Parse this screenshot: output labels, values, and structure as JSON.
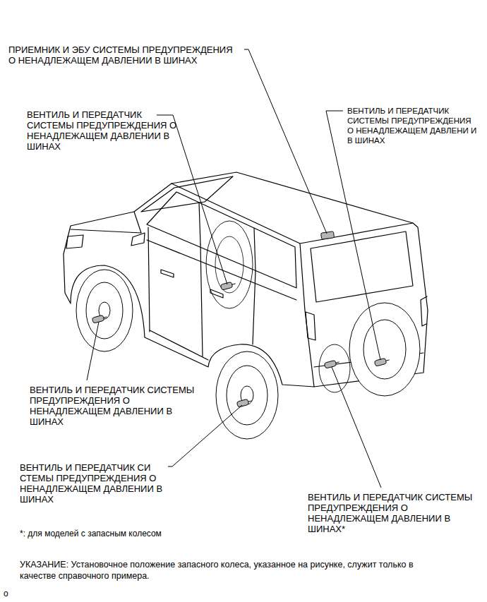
{
  "diagram": {
    "labels": [
      "ПРИЕМНИК И ЭБУ СИСТЕМЫ ПРЕДУПРЕЖДЕНИЯ О НЕНАДЛЕЖАЩЕМ ДАВЛЕНИИ В ШИНАХ",
      "ВЕНТИЛЬ И ПЕРЕДАТЧИК СИСТЕМЫ ПРЕДУПРЕЖДЕНИЯ О НЕНАДЛЕЖАЩЕМ ДАВЛЕНИИ В ШИНАХ",
      "ВЕНТИЛЬ И ПЕРЕДАТЧИК СИСТЕМЫ ПРЕДУПРЕЖДЕНИЯ О НЕНАДЛЕЖАЩЕМ ДАВЛЕНИ И В ШИНАХ",
      "ВЕНТИЛЬ И ПЕРЕДАТЧИК СИСТЕМЫ ПРЕДУПРЕЖДЕНИЯ О НЕНАДЛЕЖАЩЕМ ДАВЛЕНИИ В ШИНАХ",
      "ВЕНТИЛЬ И ПЕРЕДАТЧИК СИ СТЕМЫ ПРЕДУПРЕЖДЕНИЯ О НЕНАДЛЕЖАЩЕМ ДАВЛЕНИИ В ШИНАХ",
      "ВЕНТИЛЬ И ПЕРЕДАТЧИК СИСТЕМЫ ПРЕДУПРЕЖДЕНИЯ О НЕНАДЛЕЖАЩЕМ ДАВЛЕНИИ В ШИНАХ*",
      "*: для моделей с запасным колесом",
      "УКАЗАНИЕ: Установочное положение запасного колеса, указанное на рисунке, служит только в качестве справочного примера.",
      "o"
    ]
  }
}
